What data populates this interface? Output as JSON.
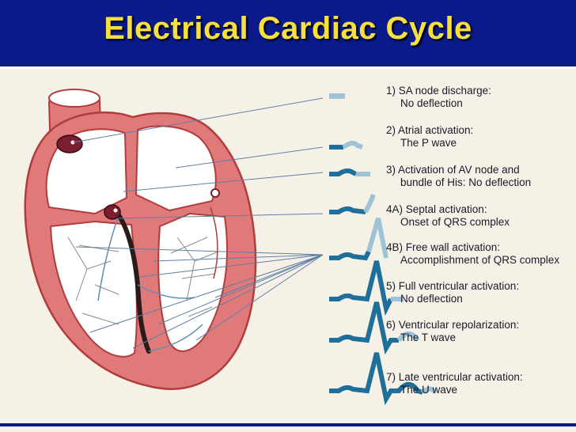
{
  "title": "Electrical Cardiac Cycle",
  "colors": {
    "title_bar": "#0a1a8a",
    "title_text": "#f7e03c",
    "background": "#f6f1e6",
    "myocardium": "#e07a7a",
    "myocardium_edge": "#b23b3b",
    "trace": "#1f6f9a",
    "trace_highlight": "#9ec3d6",
    "node": "#7b1e2e"
  },
  "steps": [
    {
      "line1": "1) SA node discharge:",
      "line2": "No deflection",
      "trace": "sa-node-trace-icon"
    },
    {
      "line1": "2) Atrial activation:",
      "line2": "The P wave",
      "trace": "p-wave-trace-icon"
    },
    {
      "line1": "3) Activation of AV node and",
      "line2": "bundle of His: No deflection",
      "trace": "av-node-trace-icon"
    },
    {
      "line1": "4A) Septal activation:",
      "line2": "Onset of QRS complex",
      "trace": "qrs-onset-trace-icon"
    },
    {
      "line1": "4B) Free wall activation:",
      "line2": "Accomplishment of QRS complex",
      "trace": "qrs-complete-trace-icon"
    },
    {
      "line1": "5) Full ventricular activation:",
      "line2": "No deflection",
      "trace": "st-segment-trace-icon"
    },
    {
      "line1": "6) Ventricular repolarization:",
      "line2": "The T wave",
      "trace": "t-wave-trace-icon"
    },
    {
      "line1": "7) Late ventricular activation:",
      "line2": "The U wave",
      "trace": "u-wave-trace-icon"
    }
  ]
}
